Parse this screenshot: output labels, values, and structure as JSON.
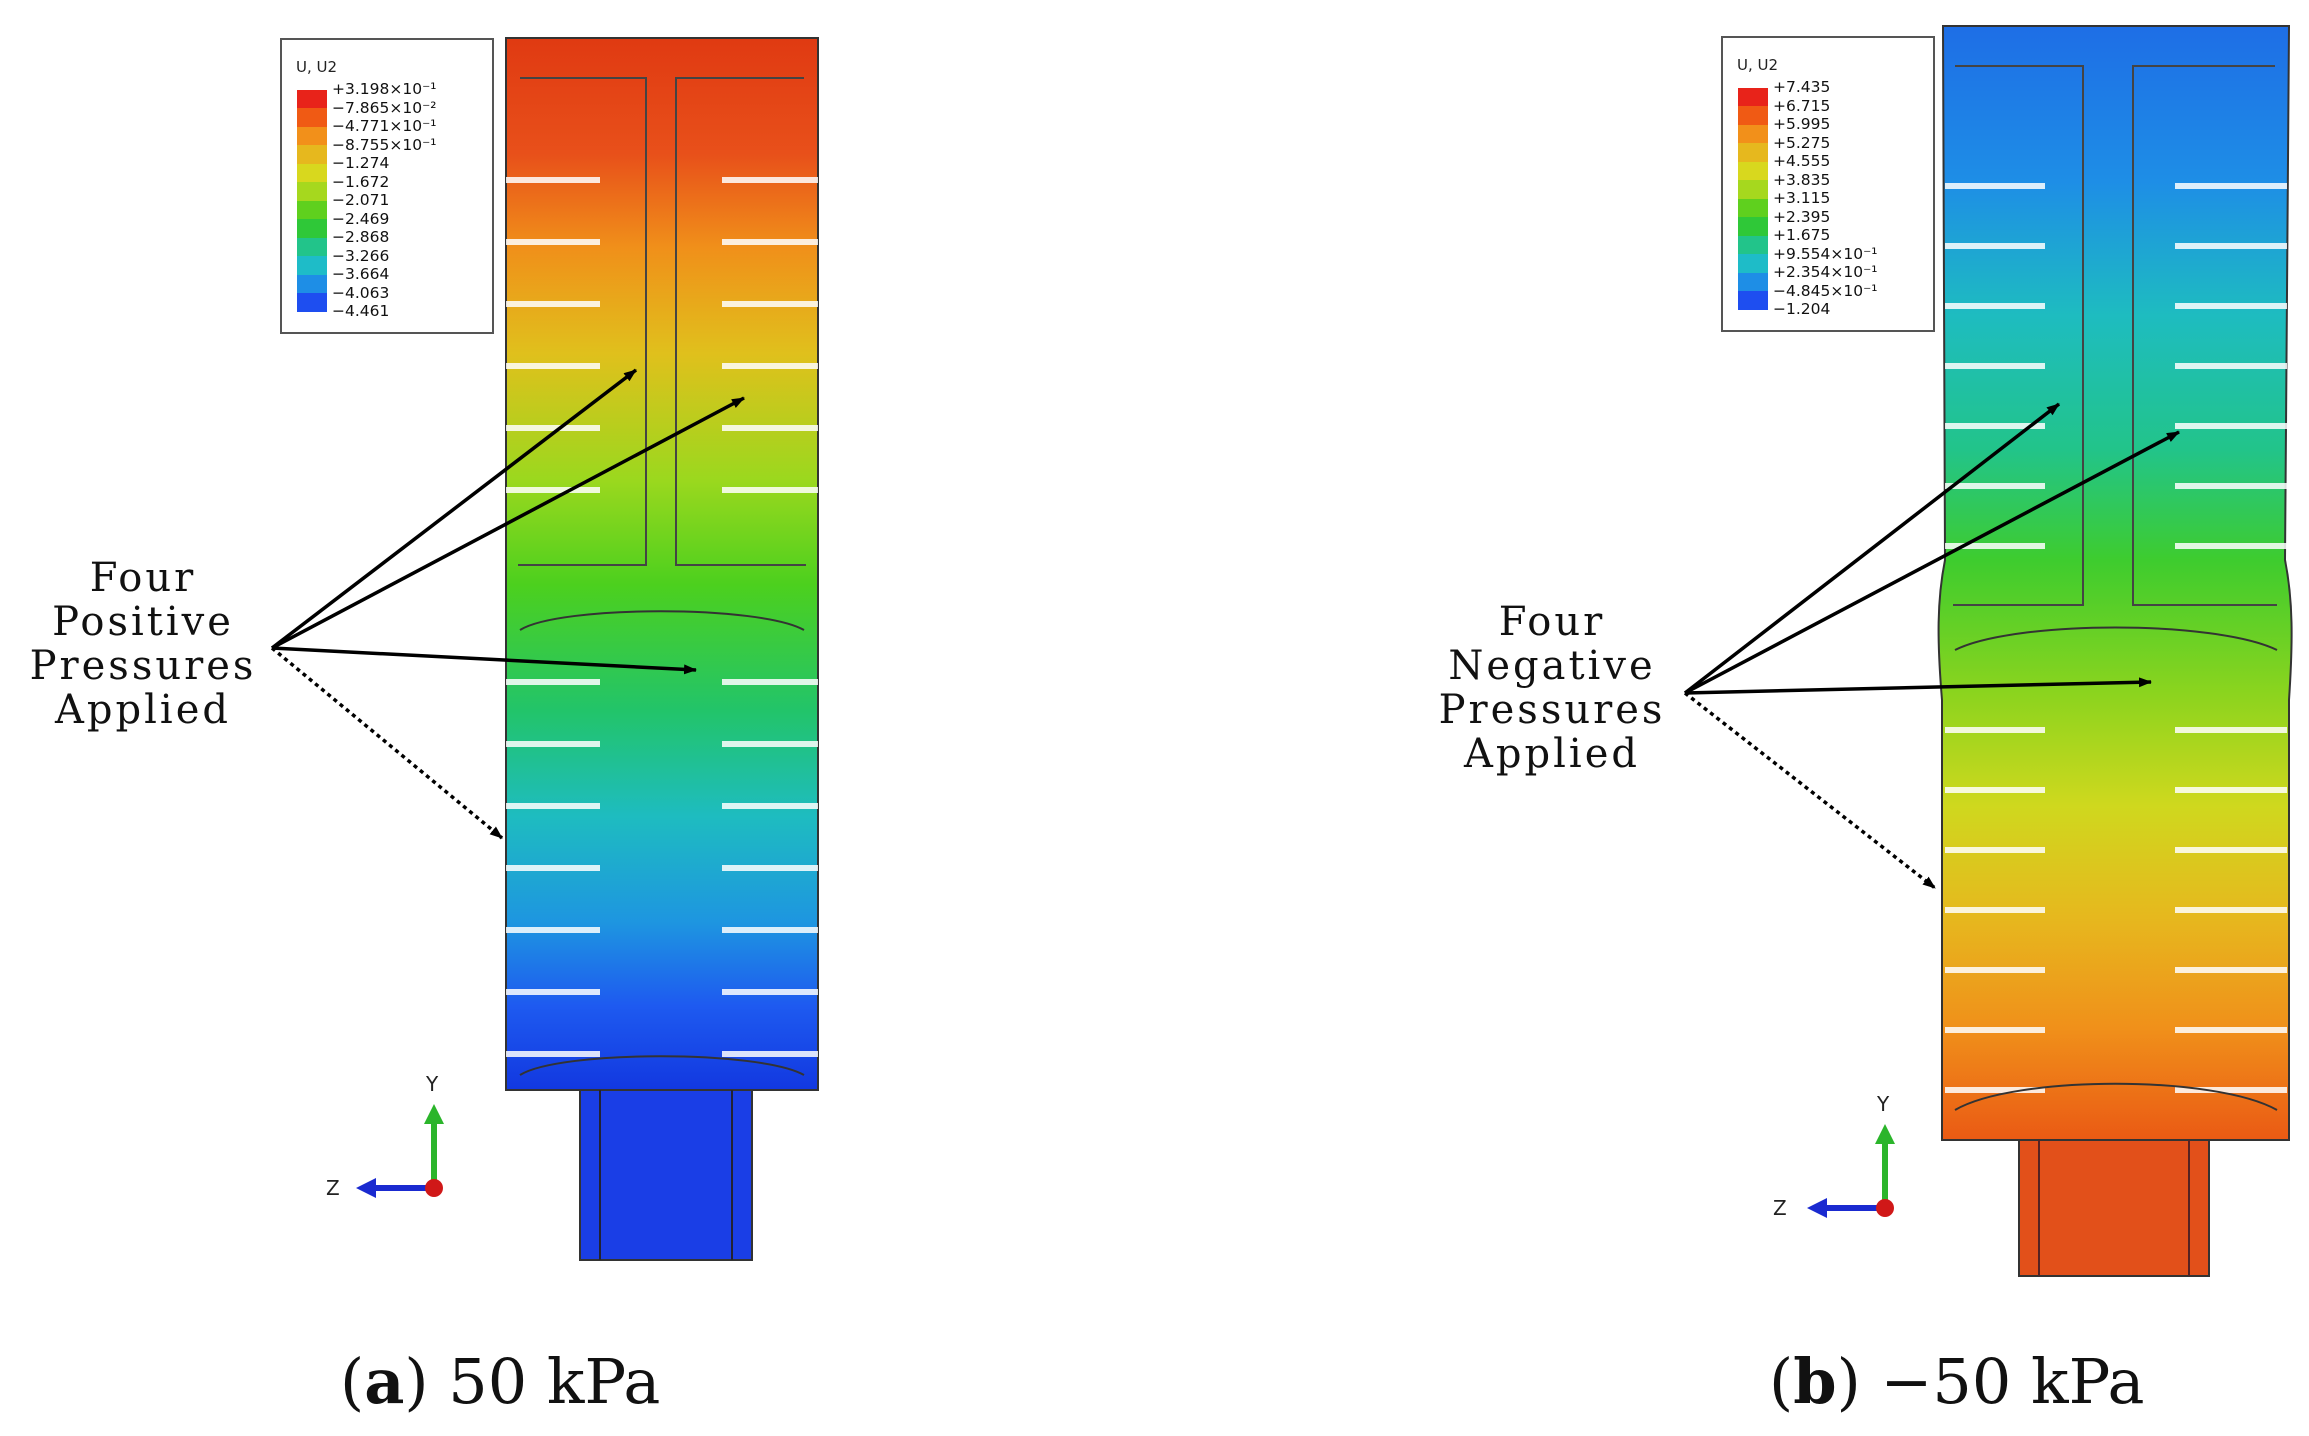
{
  "panel_a": {
    "caption_letter": "a",
    "caption_text": "50 kPa",
    "annotation_lines": [
      "Four",
      "Positive",
      "Pressures",
      "Applied"
    ],
    "legend": {
      "title": "U, U2",
      "ticks": [
        "+3.198×10⁻¹",
        "−7.865×10⁻²",
        "−4.771×10⁻¹",
        "−8.755×10⁻¹",
        "−1.274",
        "−1.672",
        "−2.071",
        "−2.469",
        "−2.868",
        "−3.266",
        "−3.664",
        "−4.063",
        "−4.461"
      ]
    },
    "axes": {
      "y": "Y",
      "z": "Z"
    }
  },
  "panel_b": {
    "caption_letter": "b",
    "caption_text": "−50 kPa",
    "annotation_lines": [
      "Four",
      "Negative",
      "Pressures",
      "Applied"
    ],
    "legend": {
      "title": "U, U2",
      "ticks": [
        "+7.435",
        "+6.715",
        "+5.995",
        "+5.275",
        "+4.555",
        "+3.835",
        "+3.115",
        "+2.395",
        "+1.675",
        "+9.554×10⁻¹",
        "+2.354×10⁻¹",
        "−4.845×10⁻¹",
        "−1.204"
      ]
    },
    "axes": {
      "y": "Y",
      "z": "Z"
    }
  },
  "colors": {
    "contour_scale": [
      "#e8231a",
      "#f05a14",
      "#f2901a",
      "#e6b81e",
      "#d8d81e",
      "#a6d81e",
      "#5fd01e",
      "#2fc838",
      "#22c48a",
      "#1ebcc8",
      "#1e8ee6",
      "#1e4ef0"
    ],
    "axis_y": "#2bb52b",
    "axis_z": "#1a2ad0",
    "axis_origin": "#d01818"
  }
}
